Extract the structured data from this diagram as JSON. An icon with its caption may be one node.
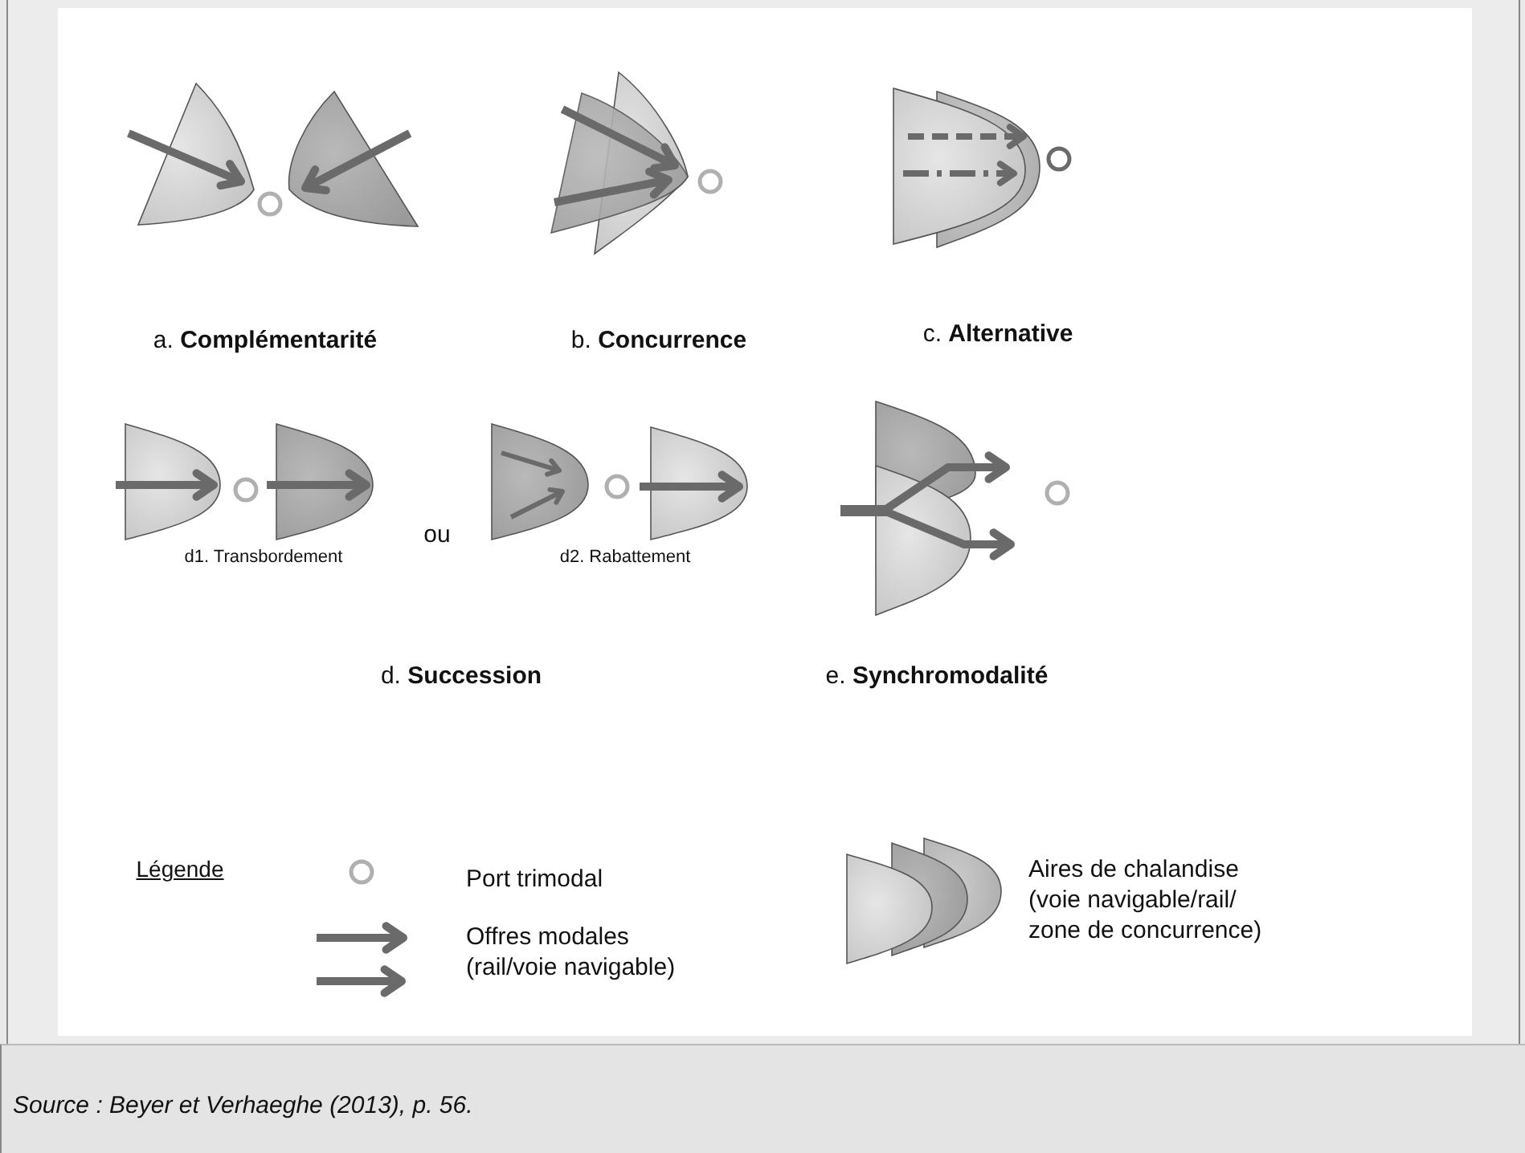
{
  "diagram": {
    "caption": "Source : Beyer et Verhaeghe (2013), p. 56.",
    "labels": [
      "a. **Complémentarité**",
      "b. **Concurrence**",
      "c. **Alternative**",
      "d1. Transbordement",
      "ou",
      "d2. Rabattement",
      "d. **Succession**",
      "e. **Synchromodalité**",
      "Légende"
    ],
    "legend": [
      {
        "text": "Port trimodal"
      },
      {
        "text": "Offres modales (rail/voie navigable)"
      },
      {
        "text": "Aires de chalandise (voie navigable/rail/ zone de concurrence)"
      }
    ]
  }
}
